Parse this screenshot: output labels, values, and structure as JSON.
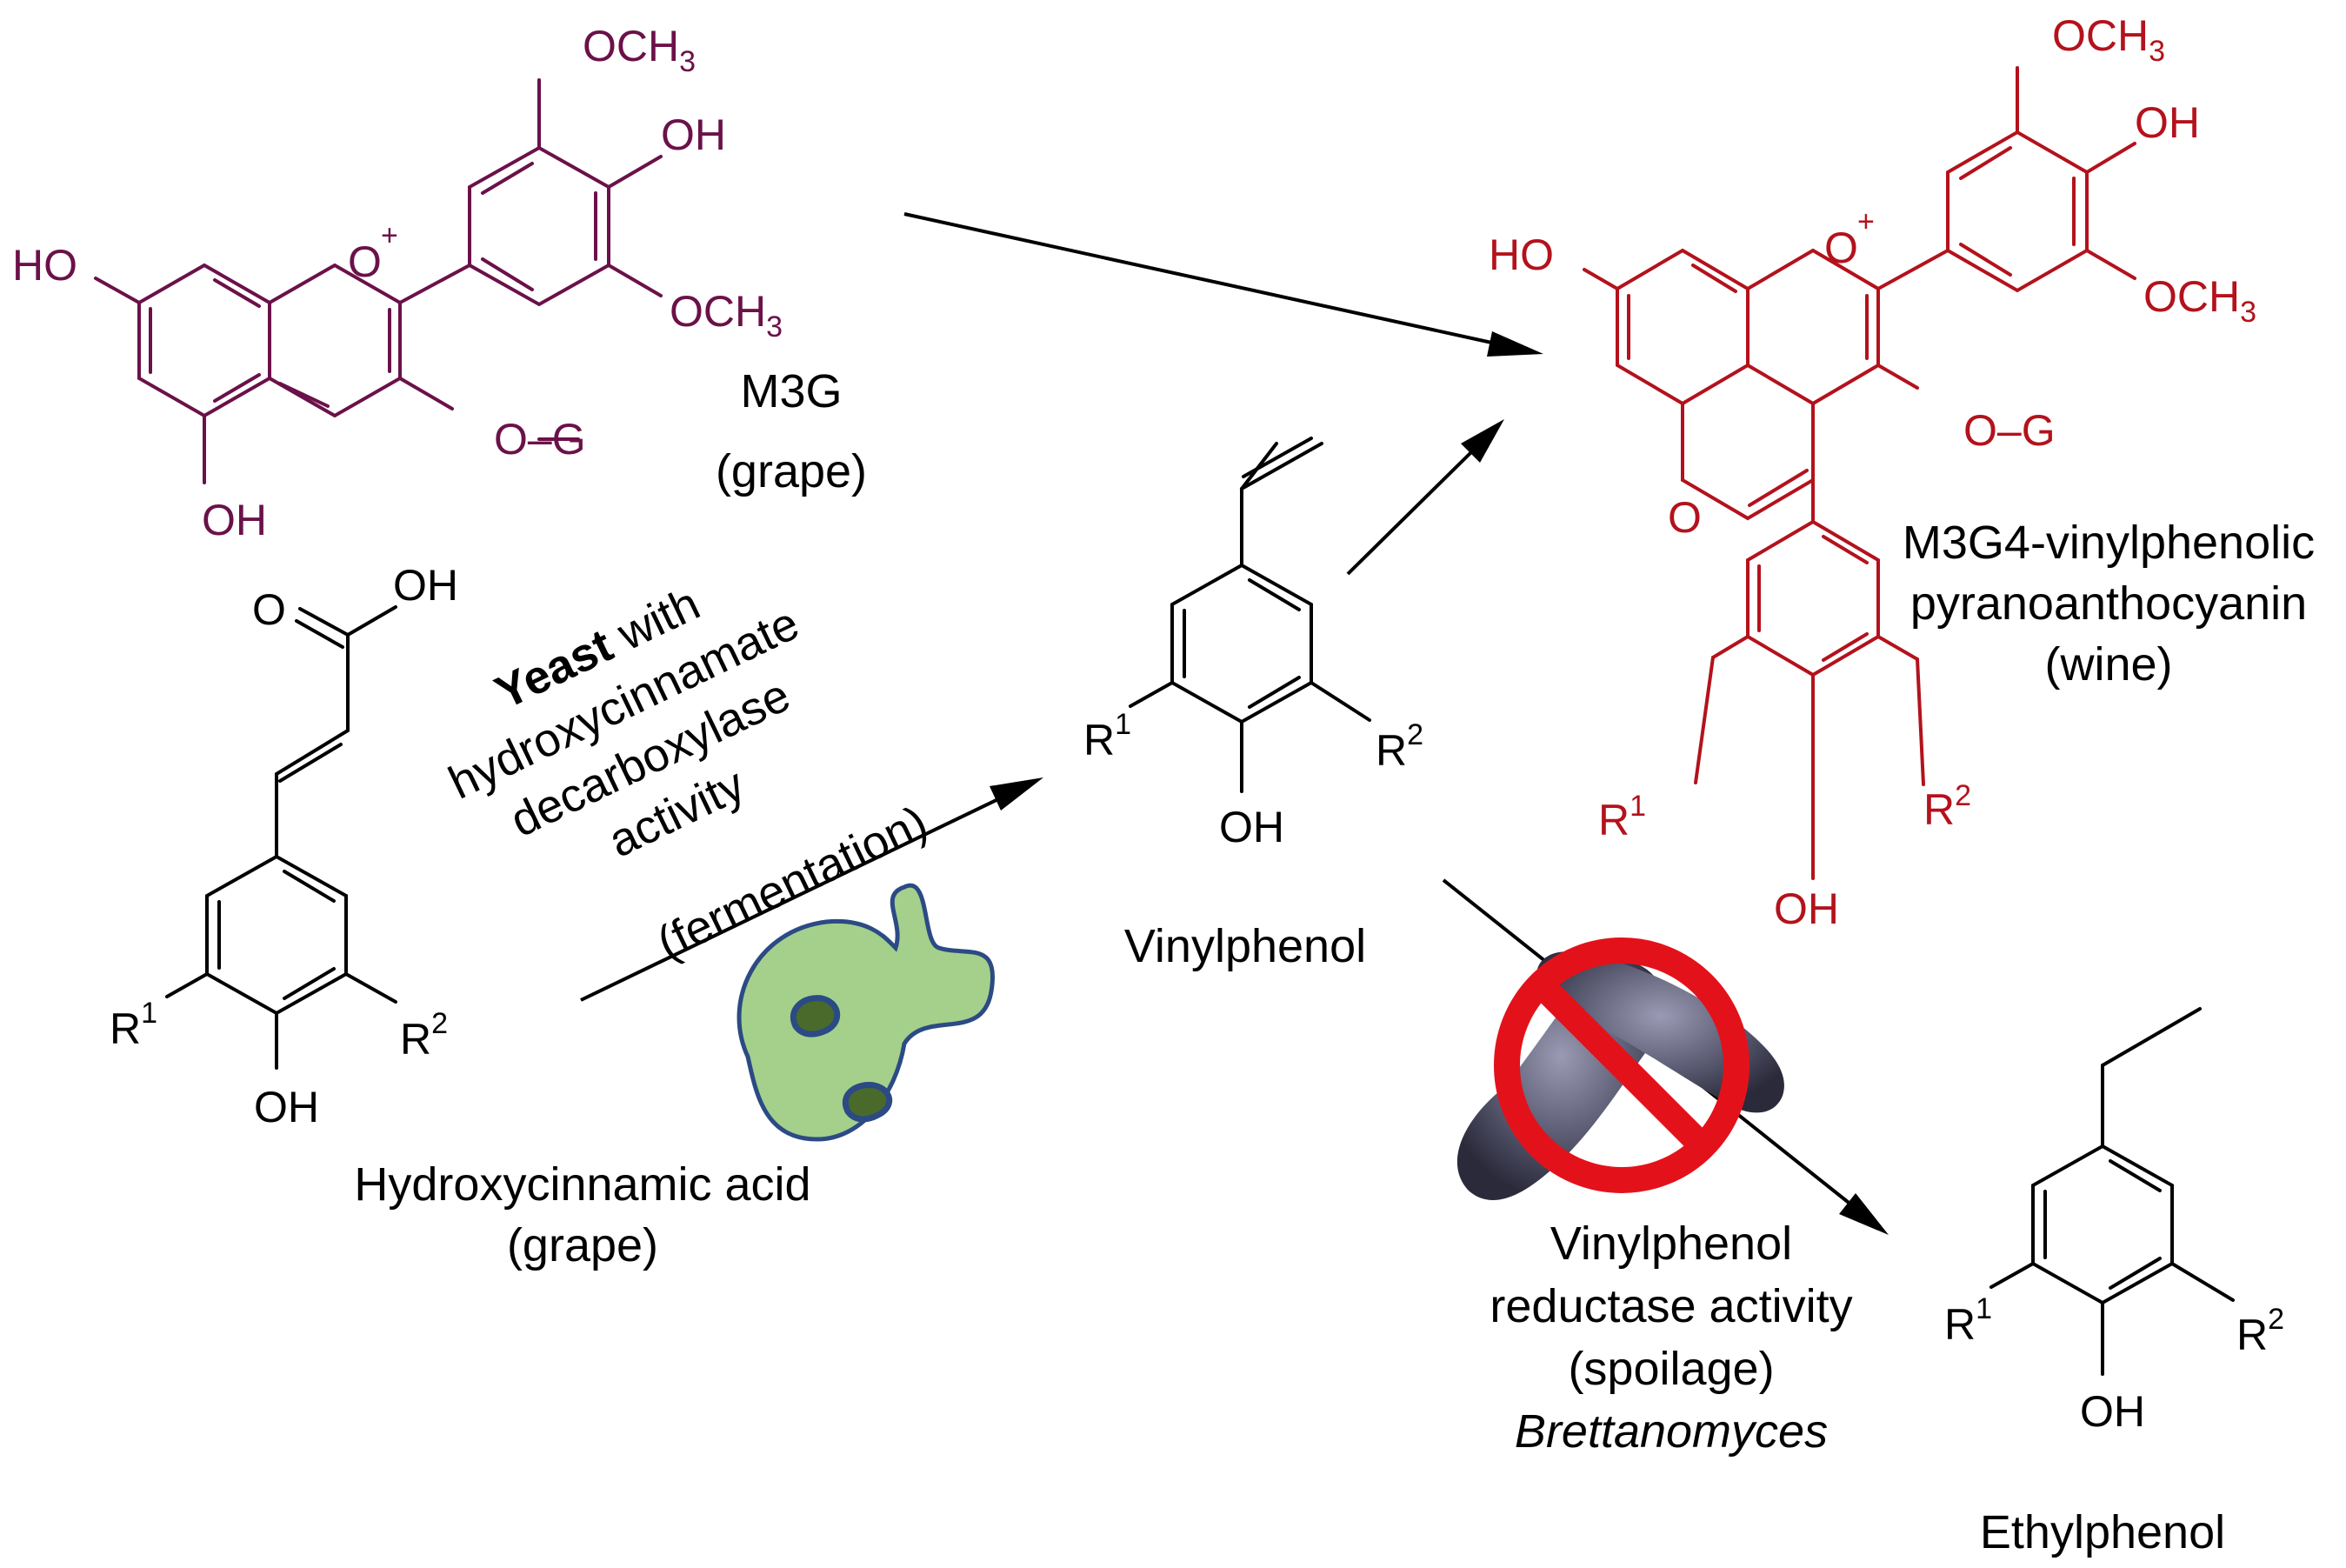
{
  "compounds": {
    "m3g": {
      "name": "M3G",
      "source": "(grape)",
      "och3": "OCH",
      "och3_sub": "3",
      "oh": "OH",
      "ho": "HO",
      "o_ring": "O",
      "plus": "+",
      "o_g": "O–G"
    },
    "pyrano": {
      "name_line1": "M3G4-vinylphenolic",
      "name_line2": "pyranoanthocyanin",
      "source": "(wine)",
      "och3": "OCH",
      "och3_sub": "3",
      "oh": "OH",
      "ho": "HO",
      "o_ring": "O",
      "plus": "+",
      "o_g": "O–G",
      "r1": "R",
      "r1_sup": "1",
      "r2": "R",
      "r2_sup": "2"
    },
    "hydroxycinnamic": {
      "name": "Hydroxycinnamic acid",
      "source": "(grape)",
      "o": "O",
      "oh_acid": "OH",
      "oh": "OH",
      "r1": "R",
      "r1_sup": "1",
      "r2": "R",
      "r2_sup": "2"
    },
    "vinylphenol": {
      "name": "Vinylphenol",
      "oh": "OH",
      "r1": "R",
      "r1_sup": "1",
      "r2": "R",
      "r2_sup": "2"
    },
    "ethylphenol": {
      "name": "Ethylphenol",
      "oh": "OH",
      "r1": "R",
      "r1_sup": "1",
      "r2": "R",
      "r2_sup": "2"
    }
  },
  "yeast_step": {
    "bold": "Yeast",
    "line1_rest": " with",
    "line2": "hydroxycinnamate",
    "line3": "decarboxylase",
    "line4": "activity",
    "line5": "(fermentation)"
  },
  "spoilage_step": {
    "line1": "Vinylphenol",
    "line2": "reductase activity",
    "line3": "(spoilage)",
    "line4": "Brettanomyces"
  },
  "colors": {
    "m3g": "#6b1149",
    "pyrano": "#b3121c",
    "prohibit": "#e3121a",
    "yeast_cell": "#a4d08c",
    "yeast_outline": "#2c4a84",
    "bacterium": "#55556a"
  },
  "icons": [
    "yeast-cell-icon",
    "bacterium-icon",
    "prohibition-icon"
  ]
}
